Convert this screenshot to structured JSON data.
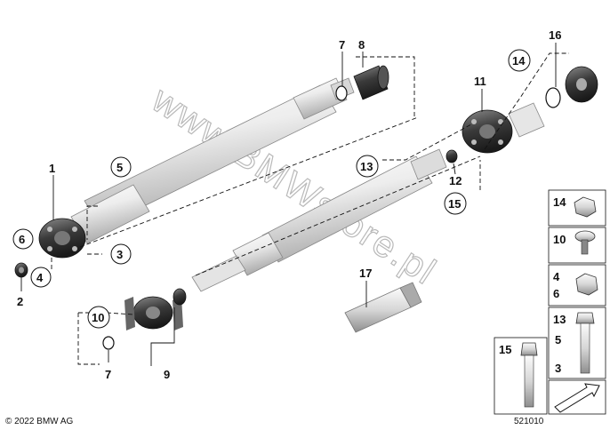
{
  "callouts": [
    {
      "label": "1",
      "circled": false
    },
    {
      "label": "2",
      "circled": false
    },
    {
      "label": "3",
      "circled": true
    },
    {
      "label": "4",
      "circled": true
    },
    {
      "label": "5",
      "circled": true
    },
    {
      "label": "6",
      "circled": true
    },
    {
      "label": "7",
      "circled": false
    },
    {
      "label": "8",
      "circled": false
    },
    {
      "label": "7",
      "circled": false
    },
    {
      "label": "9",
      "circled": false
    },
    {
      "label": "10",
      "circled": true
    },
    {
      "label": "11",
      "circled": false
    },
    {
      "label": "12",
      "circled": false
    },
    {
      "label": "13",
      "circled": true
    },
    {
      "label": "14",
      "circled": true
    },
    {
      "label": "15",
      "circled": true
    },
    {
      "label": "16",
      "circled": false
    },
    {
      "label": "17",
      "circled": false
    }
  ],
  "legend": [
    {
      "labels": [
        "14"
      ],
      "part": "hex-nut-icon"
    },
    {
      "labels": [
        "10"
      ],
      "part": "flange-bolt-icon"
    },
    {
      "labels": [
        "4",
        "6"
      ],
      "part": "hex-nut-icon"
    },
    {
      "labels": [
        "13",
        "5",
        "3"
      ],
      "part": "hex-bolt-icon"
    },
    {
      "labels": [
        "15"
      ],
      "part": "hex-bolt-icon"
    }
  ],
  "watermark": "www.BMWstore.pl",
  "copyright": "© 2022 BMW AG",
  "diagram_number": "521010",
  "colors": {
    "shaft_light": "#ededed",
    "shaft_dark": "#a8a8a8",
    "part_dark": "#3a3a3a",
    "watermark": "#b9b9b9"
  }
}
